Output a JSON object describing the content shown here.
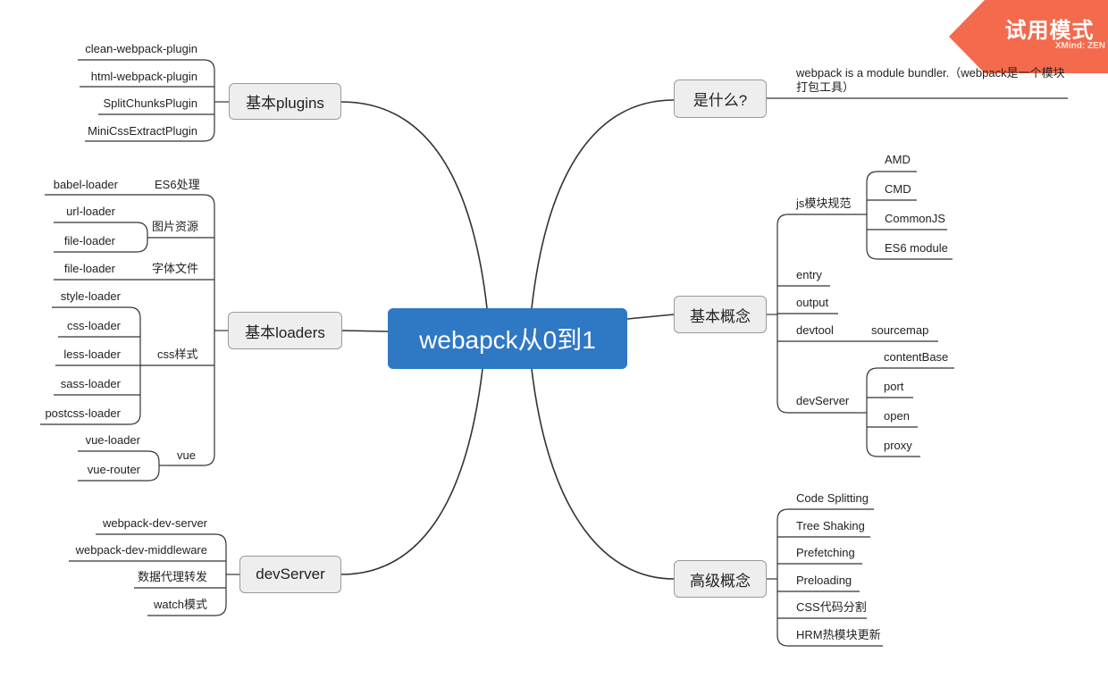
{
  "badge": {
    "title": "试用模式",
    "subtitle": "XMind: ZEN"
  },
  "root": {
    "label": "webapck从0到1"
  },
  "left": {
    "plugins": {
      "label": "基本plugins",
      "items": [
        "clean-webpack-plugin",
        "html-webpack-plugin",
        "SplitChunksPlugin",
        "MiniCssExtractPlugin"
      ]
    },
    "loaders": {
      "label": "基本loaders",
      "groups": [
        {
          "label": "ES6处理",
          "items": [
            "babel-loader"
          ]
        },
        {
          "label": "图片资源",
          "items": [
            "url-loader",
            "file-loader"
          ]
        },
        {
          "label": "字体文件",
          "items": [
            "file-loader"
          ]
        },
        {
          "label": "css样式",
          "items": [
            "style-loader",
            "css-loader",
            "less-loader",
            "sass-loader",
            "postcss-loader"
          ]
        },
        {
          "label": "vue",
          "items": [
            "vue-loader",
            "vue-router"
          ]
        }
      ]
    },
    "devserver": {
      "label": "devServer",
      "items": [
        "webpack-dev-server",
        "webpack-dev-middleware",
        "数据代理转发",
        "watch模式"
      ]
    }
  },
  "right": {
    "what": {
      "label": "是什么?",
      "desc": "webpack is a module bundler.（webpack是一个模块打包工具）"
    },
    "basic": {
      "label": "基本概念",
      "js_modules": {
        "label": "js模块规范",
        "items": [
          "AMD",
          "CMD",
          "CommonJS",
          "ES6 module"
        ]
      },
      "entry": "entry",
      "output": "output",
      "devtool": {
        "label": "devtool",
        "items": [
          "sourcemap"
        ]
      },
      "devserver": {
        "label": "devServer",
        "items": [
          "contentBase",
          "port",
          "open",
          "proxy"
        ]
      }
    },
    "advanced": {
      "label": "高级概念",
      "items": [
        "Code Splitting",
        "Tree Shaking",
        "Prefetching",
        "Preloading",
        "CSS代码分割",
        "HRM热模块更新"
      ]
    }
  }
}
